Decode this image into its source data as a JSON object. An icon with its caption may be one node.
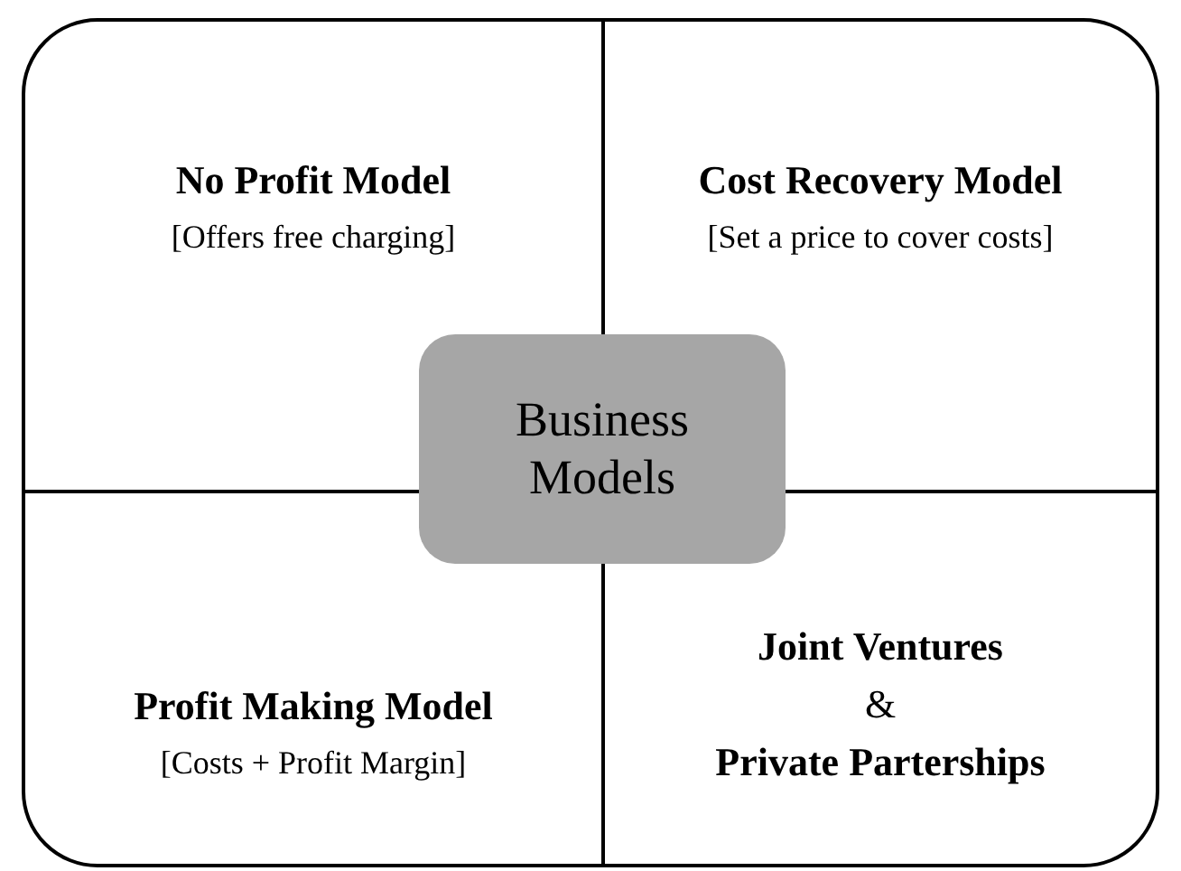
{
  "diagram": {
    "nodes": [
      {
        "text": [],
        "shape": "box"
      },
      {
        "text": [
          "No Profit Model",
          "[Offers free charging]"
        ],
        "in": 0
      },
      {
        "text": [
          "Cost Recovery Model",
          "[Set a price to cover costs]"
        ],
        "in": 0
      },
      {
        "text": [
          "Profit Making Model",
          "[Costs + Profit Margin]"
        ],
        "in": 0
      },
      {
        "text": [
          "Joint Ventures",
          "&",
          "Private Parterships"
        ],
        "in": 0
      },
      {
        "text": [
          "Business Models"
        ],
        "in": 0
      }
    ]
  }
}
